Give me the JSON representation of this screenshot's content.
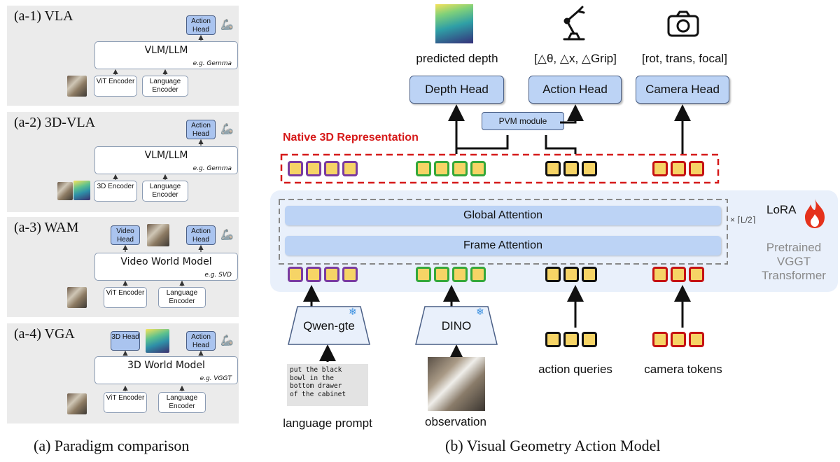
{
  "paradigms": [
    {
      "title": "(a-1) VLA",
      "model": "VLM/LLM",
      "example": "e.g. Gemma",
      "encoder1": "ViT Encoder",
      "encoder2": "Language Encoder",
      "heads": [
        "Action Head"
      ]
    },
    {
      "title": "(a-2) 3D-VLA",
      "model": "VLM/LLM",
      "example": "e.g. Gemma",
      "encoder1": "3D Encoder",
      "encoder2": "Language Encoder",
      "heads": [
        "Action Head"
      ]
    },
    {
      "title": "(a-3) WAM",
      "model": "Video World Model",
      "example": "e.g. SVD",
      "encoder1": "ViT Encoder",
      "encoder2": "Language Encoder",
      "heads": [
        "Video Head",
        "Action Head"
      ]
    },
    {
      "title": "(a-4) VGA",
      "model": "3D World Model",
      "example": "e.g. VGGT",
      "encoder1": "ViT Encoder",
      "encoder2": "Language Encoder",
      "heads": [
        "3D Head",
        "Action Head"
      ]
    }
  ],
  "captions": {
    "left": "(a) Paradigm comparison",
    "right": "(b) Visual Geometry Action Model"
  },
  "outputs": {
    "depth_label": "predicted depth",
    "action_label": "[△θ, △x, △Grip]",
    "camera_label": "[rot, trans, focal]"
  },
  "heads": {
    "depth": "Depth Head",
    "action": "Action Head",
    "camera": "Camera Head",
    "pvm": "PVM module"
  },
  "native_3d_label": "Native 3D Representation",
  "transformer": {
    "global_attention": "Global Attention",
    "frame_attention": "Frame Attention",
    "repeat": "× ⌈L/2⌉",
    "lora": "LoRA",
    "name_line1": "Pretrained",
    "name_line2": "VGGT",
    "name_line3": "Transformer"
  },
  "encoders": {
    "text": "Qwen-gte",
    "image": "DINO"
  },
  "inputs": {
    "prompt_text": "put the black\nbowl in the\nbottom drawer\nof the cabinet",
    "language_label": "language prompt",
    "observation_label": "observation",
    "action_queries_label": "action queries",
    "camera_tokens_label": "camera tokens"
  },
  "colors": {
    "head_fill": "#bcd3f5",
    "token_fill": "#f6d466",
    "native_3d": "#d61a1a",
    "language_tokens": "#7a3ba0",
    "observation_tokens": "#35a83a",
    "action_tokens": "#111111",
    "camera_tokens": "#c51212"
  },
  "icons": [
    "robot-arm-icon",
    "camera-icon",
    "depth-map-icon",
    "snowflake-icon",
    "flame-icon"
  ]
}
